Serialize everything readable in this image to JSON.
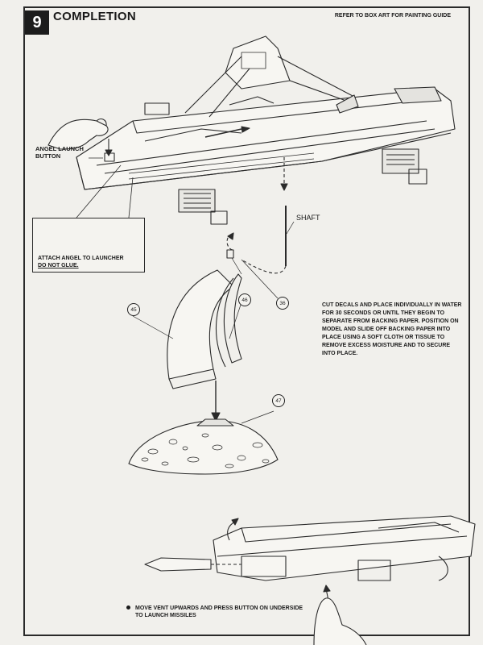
{
  "header": {
    "step_number": "9",
    "title": "COMPLETION",
    "note": "REFER TO BOX ART FOR PAINTING GUIDE"
  },
  "labels": {
    "angel_launch_button": "ANGEL LAUNCH\nBUTTON",
    "shaft": "SHAFT"
  },
  "callout": {
    "text_line1": "ATTACH ANGEL TO LAUNCHER",
    "text_line2": "DO NOT GLUE."
  },
  "decal_instructions": "CUT DECALS AND PLACE INDIVIDUALLY IN WATER FOR 30 SECONDS OR UNTIL THEY BEGIN TO SEPARATE FROM BACKING PAPER. POSITION ON MODEL AND SLIDE OFF BACKING PAPER INTO PLACE USING A SOFT CLOTH OR TISSUE TO REMOVE EXCESS MOISTURE AND TO SECURE INTO PLACE.",
  "parts": {
    "p36": "36",
    "p45": "45",
    "p46": "46",
    "p47": "47"
  },
  "launch_instructions": "MOVE VENT UPWARDS AND PRESS BUTTON ON UNDERSIDE TO LAUNCH MISSILES"
}
